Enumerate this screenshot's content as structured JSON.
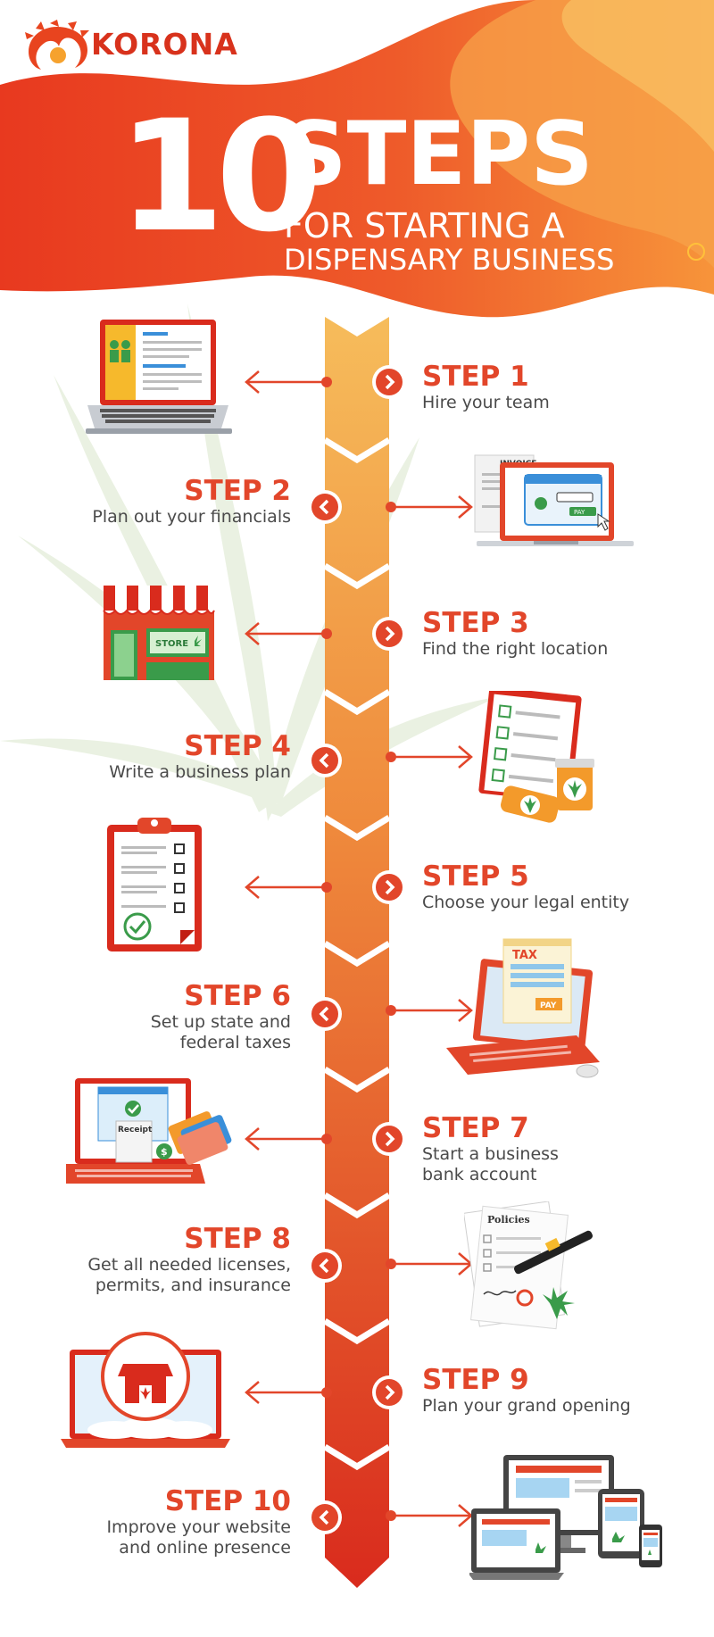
{
  "brand": {
    "name": "KORONA"
  },
  "header": {
    "number": "10",
    "word": "STEPS",
    "line1": "FOR STARTING A",
    "line2": "DISPENSARY BUSINESS"
  },
  "colors": {
    "primary": "#e2462a",
    "header_red": "#e8391f",
    "header_orange": "#f7943a",
    "spine_top": "#f6bc5b",
    "spine_bottom": "#d92b1d",
    "text": "#4a4a4a",
    "leaf": "#e6efde"
  },
  "steps": [
    {
      "title": "STEP 1",
      "desc": [
        "Hire your team"
      ],
      "text_side": "right",
      "icon": "laptop-team-icon"
    },
    {
      "title": "STEP 2",
      "desc": [
        "Plan out your financials"
      ],
      "text_side": "left",
      "icon": "invoice-payment-icon"
    },
    {
      "title": "STEP 3",
      "desc": [
        "Find the right location"
      ],
      "text_side": "right",
      "icon": "storefront-icon"
    },
    {
      "title": "STEP 4",
      "desc": [
        "Write a business plan"
      ],
      "text_side": "left",
      "icon": "checklist-jars-icon"
    },
    {
      "title": "STEP 5",
      "desc": [
        "Choose your legal entity"
      ],
      "text_side": "right",
      "icon": "clipboard-icon"
    },
    {
      "title": "STEP 6",
      "desc": [
        "Set up state and",
        "federal taxes"
      ],
      "text_side": "left",
      "icon": "tax-laptop-icon"
    },
    {
      "title": "STEP 7",
      "desc": [
        "Start a business",
        "bank account"
      ],
      "text_side": "right",
      "icon": "receipt-cards-icon"
    },
    {
      "title": "STEP 8",
      "desc": [
        "Get all needed licenses,",
        "permits, and insurance"
      ],
      "text_side": "left",
      "icon": "policies-pen-icon"
    },
    {
      "title": "STEP 9",
      "desc": [
        "Plan your grand opening"
      ],
      "text_side": "right",
      "icon": "online-store-icon"
    },
    {
      "title": "STEP 10",
      "desc": [
        "Improve your website",
        "and online presence"
      ],
      "text_side": "left",
      "icon": "multi-device-icon"
    }
  ],
  "illustration_text": {
    "invoice": "INVOICE",
    "pay": "PAY",
    "store": "STORE",
    "tax": "TAX",
    "receipt": "Receipt",
    "policies": "Policies"
  }
}
